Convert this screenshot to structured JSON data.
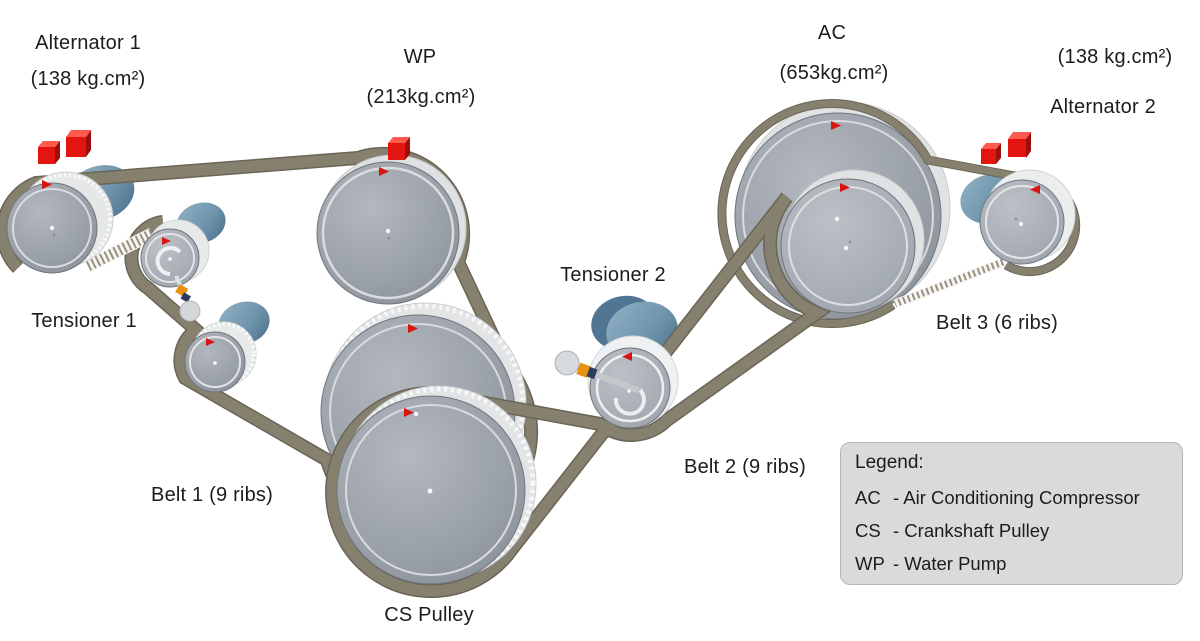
{
  "labels": {
    "alternator1_name": "Alternator 1",
    "alternator1_inertia": "(138 kg.cm²)",
    "wp_name": "WP",
    "wp_inertia": "(213kg.cm²)",
    "ac_name": "AC",
    "ac_inertia": "(653kg.cm²)",
    "alternator2_inertia": "(138 kg.cm²)",
    "alternator2_name": "Alternator 2",
    "tensioner1": "Tensioner 1",
    "tensioner2": "Tensioner 2",
    "belt1": "Belt 1 (9 ribs)",
    "belt2": "Belt 2 (9 ribs)",
    "belt3": "Belt 3 (6 ribs)",
    "cs_pulley": "CS Pulley"
  },
  "legend": {
    "title": "Legend:",
    "entries": [
      {
        "abbr": "AC",
        "desc": "- Air Conditioning Compressor"
      },
      {
        "abbr": "CS",
        "desc": "- Crankshaft Pulley"
      },
      {
        "abbr": "WP",
        "desc": "- Water Pump"
      }
    ]
  },
  "colors": {
    "belt": "#86806f",
    "belt_dark": "#6b6557",
    "belt_ribbed": "#97907f",
    "pulley_face": "#9aa0a8",
    "pulley_rim": "#e6e8e8",
    "housing_blue": "#6d93ab",
    "marker_red": "#d91510",
    "cube_red": "#e31510",
    "legend_bg": "#dadada",
    "text": "#1c1c1c"
  }
}
